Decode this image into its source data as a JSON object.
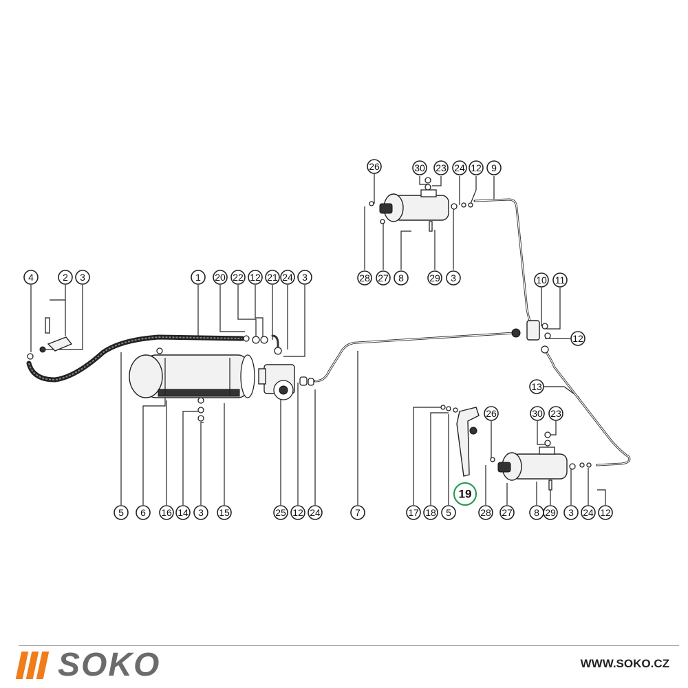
{
  "callouts": [
    {
      "id": "c-26a",
      "label": "26"
    },
    {
      "id": "c-30a",
      "label": "30"
    },
    {
      "id": "c-23a",
      "label": "23"
    },
    {
      "id": "c-24a",
      "label": "24"
    },
    {
      "id": "c-12a",
      "label": "12"
    },
    {
      "id": "c-9",
      "label": "9"
    },
    {
      "id": "c-28a",
      "label": "28"
    },
    {
      "id": "c-27a",
      "label": "27"
    },
    {
      "id": "c-8a",
      "label": "8"
    },
    {
      "id": "c-29a",
      "label": "29"
    },
    {
      "id": "c-3a",
      "label": "3"
    },
    {
      "id": "c-4",
      "label": "4"
    },
    {
      "id": "c-2",
      "label": "2"
    },
    {
      "id": "c-3b",
      "label": "3"
    },
    {
      "id": "c-1",
      "label": "1"
    },
    {
      "id": "c-20",
      "label": "20"
    },
    {
      "id": "c-22",
      "label": "22"
    },
    {
      "id": "c-12b",
      "label": "12"
    },
    {
      "id": "c-21",
      "label": "21"
    },
    {
      "id": "c-24b",
      "label": "24"
    },
    {
      "id": "c-3c",
      "label": "3"
    },
    {
      "id": "c-10",
      "label": "10"
    },
    {
      "id": "c-11",
      "label": "11"
    },
    {
      "id": "c-12c",
      "label": "12"
    },
    {
      "id": "c-13",
      "label": "13"
    },
    {
      "id": "c-26b",
      "label": "26"
    },
    {
      "id": "c-30b",
      "label": "30"
    },
    {
      "id": "c-23b",
      "label": "23"
    },
    {
      "id": "c-19",
      "label": "19"
    },
    {
      "id": "c-5a",
      "label": "5"
    },
    {
      "id": "c-6",
      "label": "6"
    },
    {
      "id": "c-16",
      "label": "16"
    },
    {
      "id": "c-14",
      "label": "14"
    },
    {
      "id": "c-3d",
      "label": "3"
    },
    {
      "id": "c-15",
      "label": "15"
    },
    {
      "id": "c-25",
      "label": "25"
    },
    {
      "id": "c-12d",
      "label": "12"
    },
    {
      "id": "c-24c",
      "label": "24"
    },
    {
      "id": "c-7",
      "label": "7"
    },
    {
      "id": "c-17",
      "label": "17"
    },
    {
      "id": "c-18",
      "label": "18"
    },
    {
      "id": "c-5b",
      "label": "5"
    },
    {
      "id": "c-28b",
      "label": "28"
    },
    {
      "id": "c-27b",
      "label": "27"
    },
    {
      "id": "c-8b",
      "label": "8"
    },
    {
      "id": "c-29b",
      "label": "29"
    },
    {
      "id": "c-3e",
      "label": "3"
    },
    {
      "id": "c-24d",
      "label": "24"
    },
    {
      "id": "c-12e",
      "label": "12"
    }
  ],
  "highlight_color": "#2c9b57",
  "brand": {
    "name": "SOKO",
    "website": "WWW.SOKO.CZ",
    "accent_color": "#f07c1a",
    "text_color": "#6b6b6b"
  }
}
